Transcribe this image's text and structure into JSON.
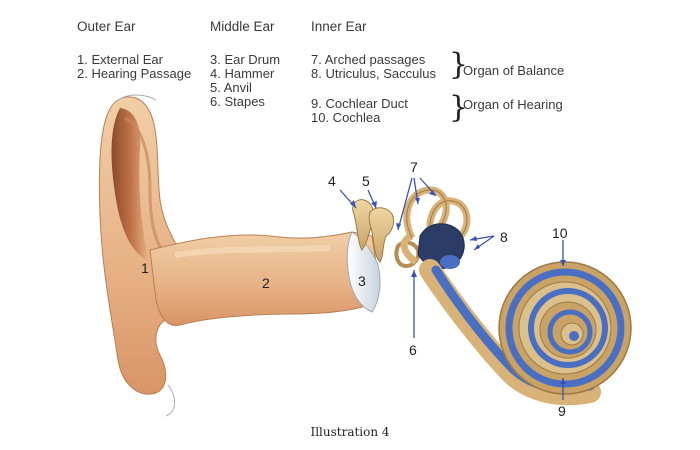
{
  "headers": [
    "Outer Ear",
    "Middle Ear",
    "Inner Ear"
  ],
  "outer_items": [
    "1. External Ear",
    "2. Hearing Passage"
  ],
  "middle_items": [
    "3. Ear Drum",
    "4. Hammer",
    "5. Anvil",
    "6. Stapes"
  ],
  "inner_balance_items": [
    "7. Arched passages",
    "8. Utriculus, Sacculus"
  ],
  "inner_hearing_items": [
    "9. Cochlear Duct",
    "10. Cochlea"
  ],
  "groups": {
    "balance": "Organ of Balance",
    "hearing": "Organ of Hearing"
  },
  "diagram_labels": [
    "1",
    "2",
    "3",
    "4",
    "5",
    "6",
    "7",
    "8",
    "9",
    "10"
  ],
  "caption": "Illustration 4",
  "colors": {
    "skin": "#e8b98a",
    "skin_dark": "#b86a3e",
    "bone": "#e0c088",
    "duct": "#4a6fc2",
    "drum": "#dfe7ee"
  }
}
